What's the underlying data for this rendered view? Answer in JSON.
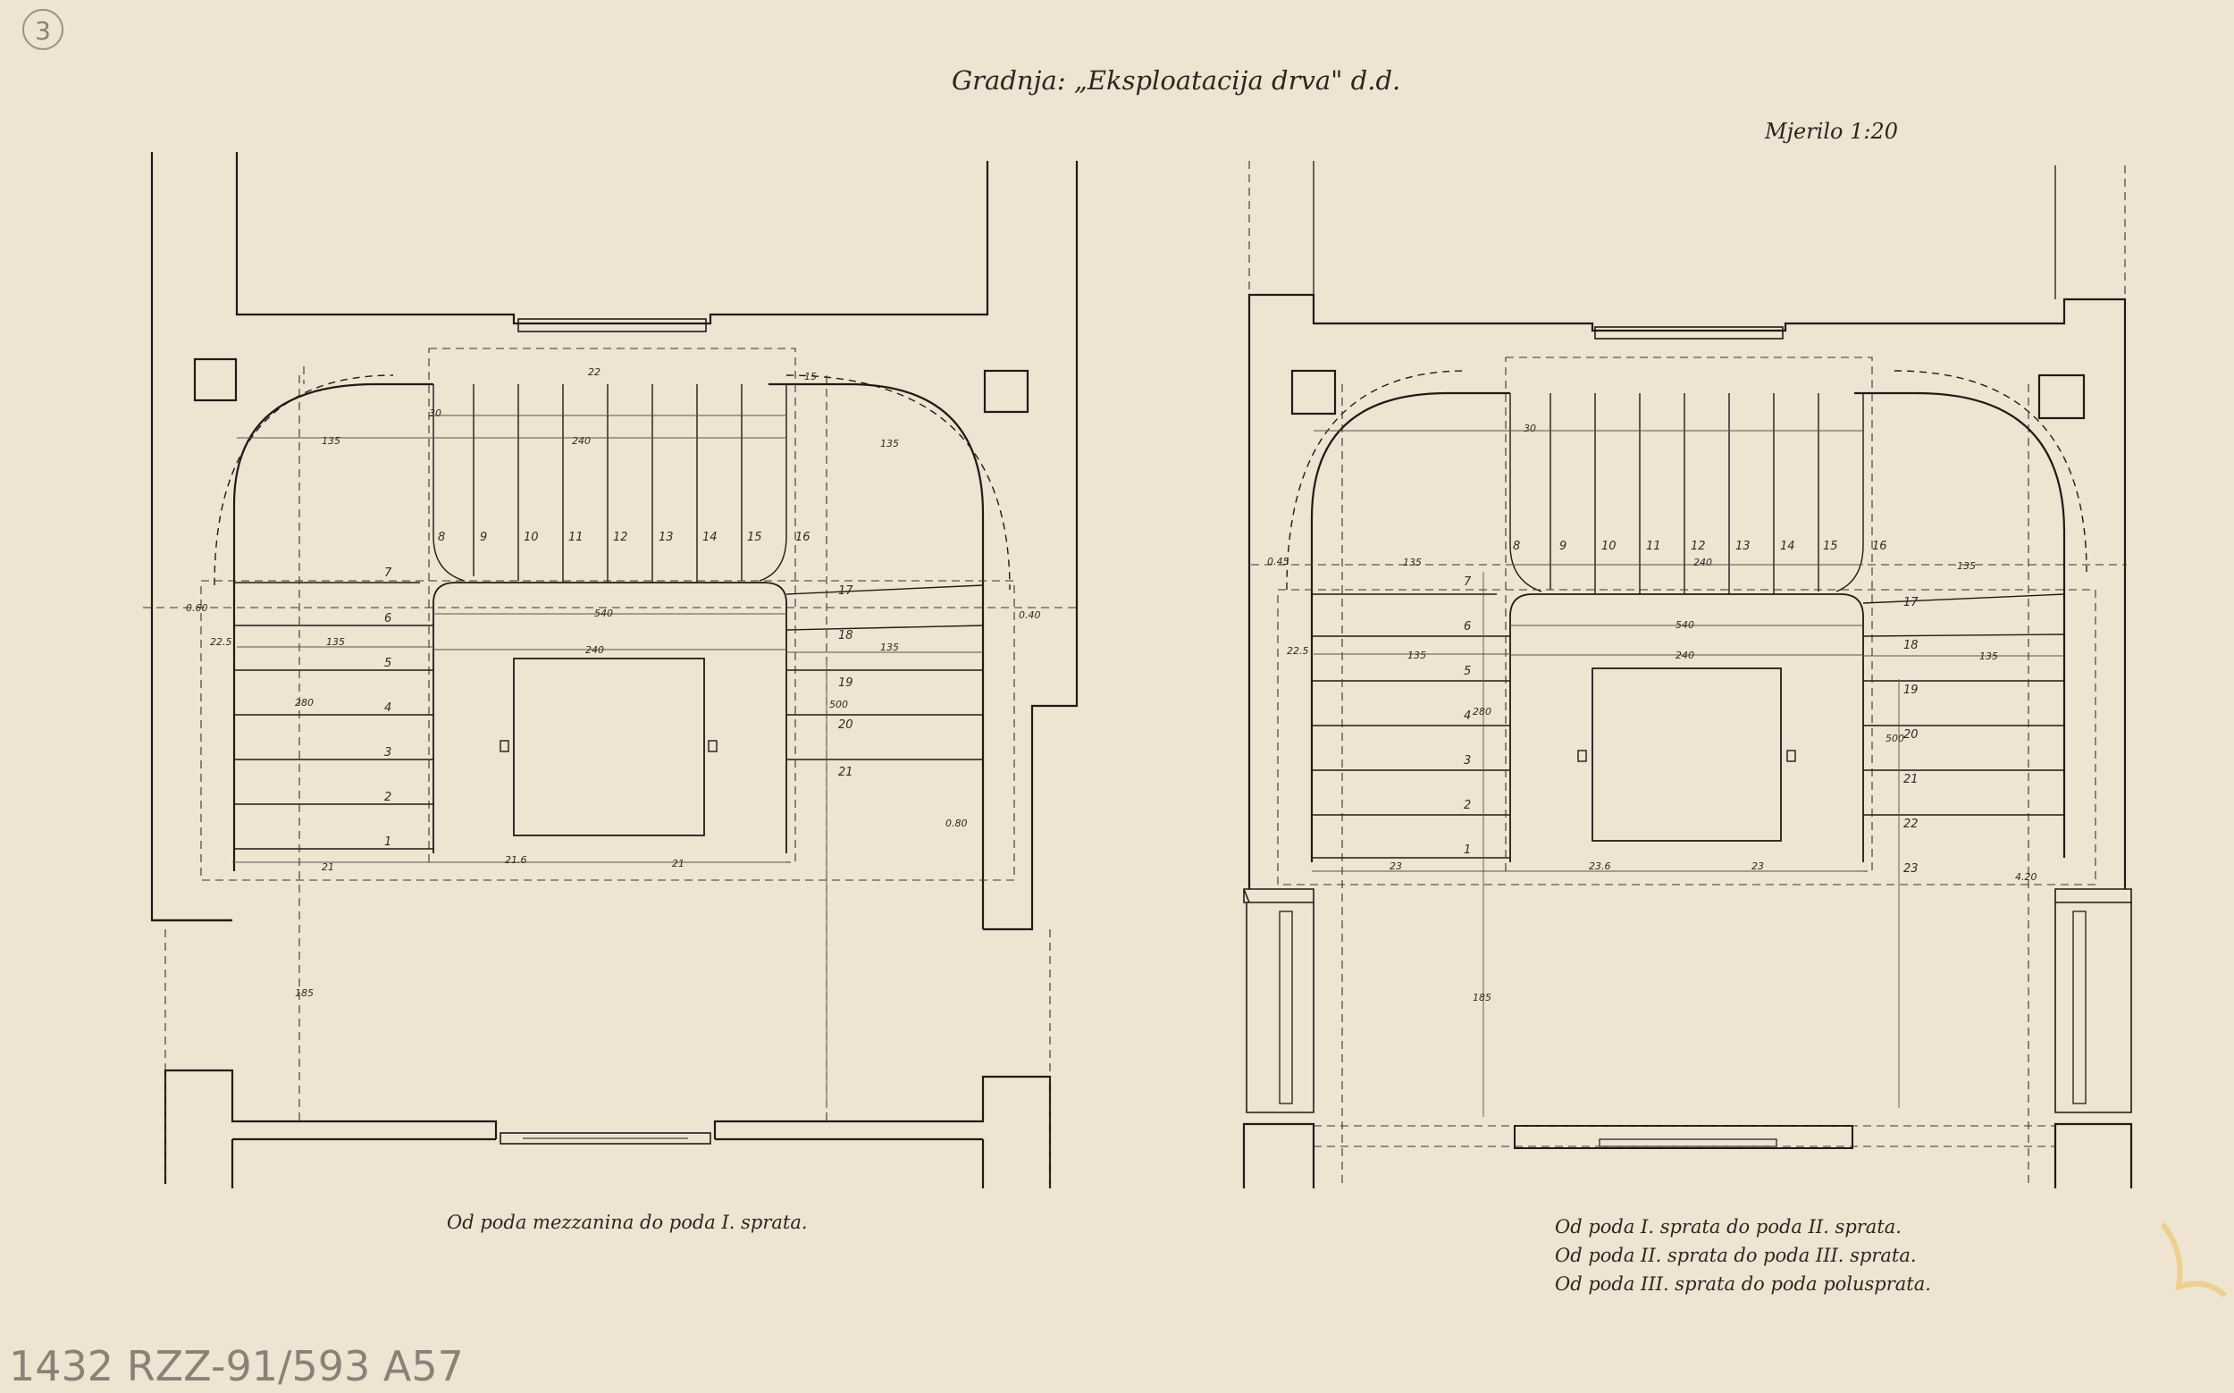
{
  "sheet_number": "3",
  "header": {
    "title": "Gradnja: „Eksploatacija drva\" d.d.",
    "scale": "Mjerilo 1:20"
  },
  "left_plan": {
    "caption": "Od poda mezzanina do poda I. sprata.",
    "step_numbers": [
      "1",
      "2",
      "3",
      "4",
      "5",
      "6",
      "7",
      "8",
      "9",
      "10",
      "11",
      "12",
      "13",
      "14",
      "15",
      "16",
      "17",
      "18",
      "19",
      "20",
      "21"
    ],
    "dims": {
      "d135a": "135",
      "d135b": "135",
      "d135c": "135",
      "d135d": "135",
      "d240a": "240",
      "d240b": "240",
      "d540": "540",
      "d500": "500",
      "d30": "30",
      "d22": "22",
      "d280": "280",
      "d185": "185",
      "d15": "15",
      "d060": "0.60",
      "d040": "0.40",
      "d080": "0.80",
      "d21a": "21",
      "d216": "21.6",
      "d21b": "21",
      "d225": "22.5"
    }
  },
  "right_plan": {
    "captions": [
      "Od poda I. sprata do poda II. sprata.",
      "Od poda II. sprata do poda III. sprata.",
      "Od poda III. sprata do poda polusprata."
    ],
    "step_numbers": [
      "1",
      "2",
      "3",
      "4",
      "5",
      "6",
      "7",
      "8",
      "9",
      "10",
      "11",
      "12",
      "13",
      "14",
      "15",
      "16",
      "17",
      "18",
      "19",
      "20",
      "21",
      "22",
      "23"
    ],
    "dims": {
      "d135a": "135",
      "d135b": "135",
      "d135c": "135",
      "d135d": "135",
      "d240a": "240",
      "d240b": "240",
      "d540": "540",
      "d500": "500",
      "d30": "30",
      "d045": "0.45",
      "d280": "280",
      "d185": "185",
      "d420": "4.20",
      "d23a": "23",
      "d236": "23.6",
      "d23b": "23",
      "d225": "22.5"
    }
  },
  "archive_label": "1432 RZZ-91/593 A57"
}
